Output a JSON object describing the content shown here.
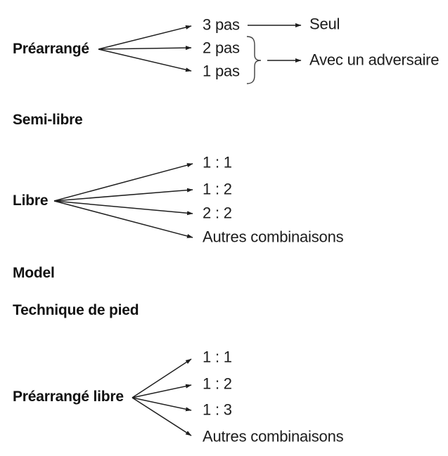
{
  "diagram": {
    "colors": {
      "background": "#ffffff",
      "text": "#1c1c1c",
      "line": "#1f1f1f",
      "brace": "#3f3f3f"
    },
    "prearrange": {
      "root": "Préarrangé",
      "steps": [
        "3 pas",
        "2 pas",
        "1 pas"
      ],
      "solo_outcome": "Seul",
      "adversary_outcome": "Avec un adversaire"
    },
    "headings": {
      "semi_libre": "Semi-libre",
      "model": "Model",
      "technique": "Technique de pied"
    },
    "libre": {
      "root": "Libre",
      "options": [
        "1 : 1",
        "1 : 2",
        "2 : 2",
        "Autres combinaisons"
      ]
    },
    "prearrange_libre": {
      "root": "Préarrangé libre",
      "options": [
        "1 : 1",
        "1 : 2",
        "1 : 3",
        "Autres combinaisons"
      ]
    }
  }
}
